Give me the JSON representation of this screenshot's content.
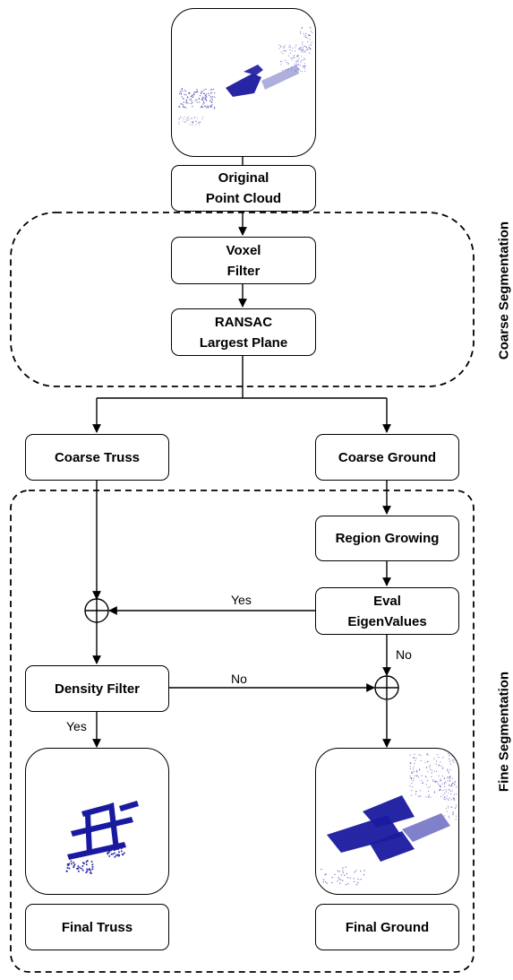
{
  "nodes": {
    "original": {
      "line1": "Original",
      "line2": "Point Cloud"
    },
    "voxel": {
      "line1": "Voxel",
      "line2": "Filter"
    },
    "ransac": {
      "line1": "RANSAC",
      "line2": "Largest Plane"
    },
    "coarse_truss": "Coarse Truss",
    "coarse_ground": "Coarse Ground",
    "region_growing": "Region Growing",
    "eval": {
      "line1": "Eval",
      "line2": "EigenValues"
    },
    "density_filter": "Density Filter",
    "final_truss": "Final Truss",
    "final_ground": "Final Ground"
  },
  "edge_labels": {
    "eval_to_truss": "Yes",
    "eval_to_ground": "No",
    "density_to_ground": "No",
    "density_to_truss": "Yes"
  },
  "groups": {
    "coarse": "Coarse Segmentation",
    "fine": "Fine Segmentation"
  },
  "colors": {
    "points": "#1a1aa0",
    "stroke": "#000000"
  }
}
